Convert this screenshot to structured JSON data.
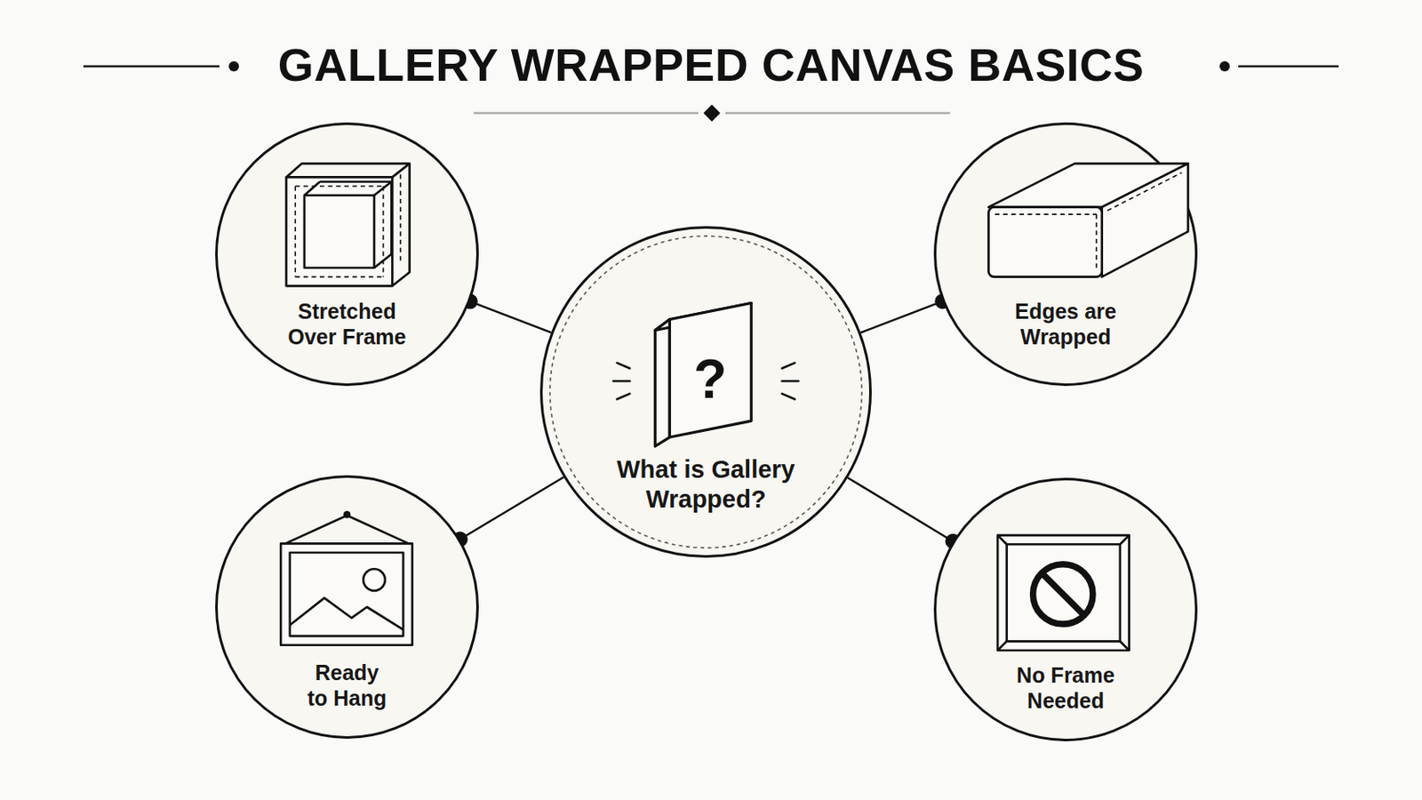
{
  "diagram": {
    "title": "GALLERY WRAPPED CANVAS BASICS",
    "nodes": [
      {
        "text": [
          "Stretched Over Frame"
        ]
      },
      {
        "text": [
          "Edges are Wrapped"
        ]
      },
      {
        "text": [
          "What is Gallery Wrapped?"
        ]
      },
      {
        "text": [
          "Ready to Hang"
        ]
      },
      {
        "text": [
          "No Frame Needed"
        ]
      }
    ],
    "edges": [
      {
        "from": 2,
        "to": 0,
        "arrow": "none"
      },
      {
        "from": 2,
        "to": 1,
        "arrow": "none"
      },
      {
        "from": 2,
        "to": 3,
        "arrow": "none"
      },
      {
        "from": 2,
        "to": 4,
        "arrow": "none"
      }
    ],
    "labels": [
      "?"
    ]
  }
}
